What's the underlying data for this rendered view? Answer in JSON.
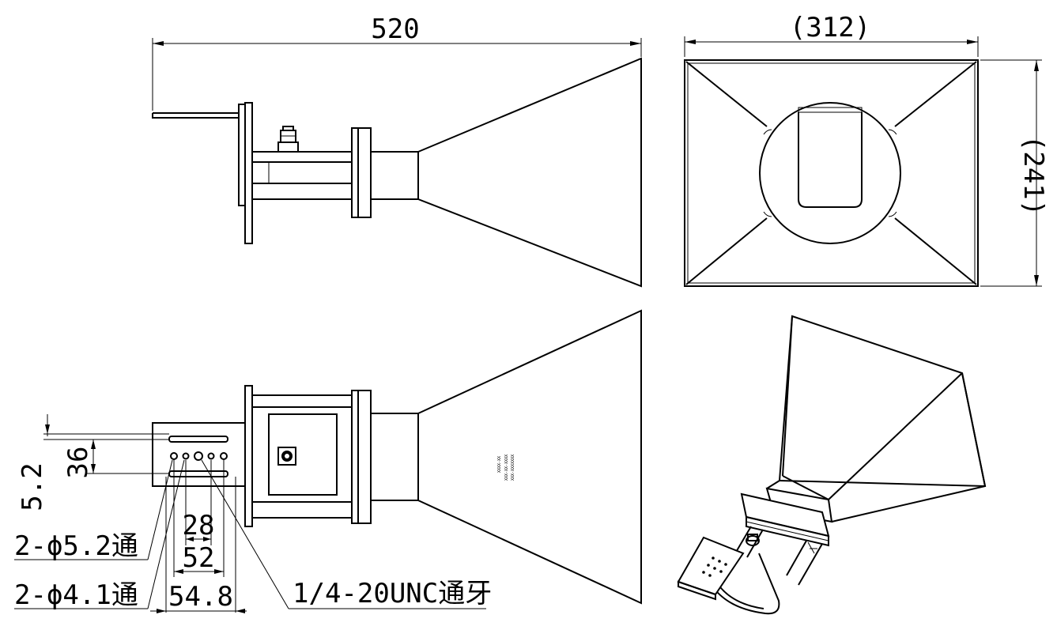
{
  "dimensions": {
    "overall_length": "520",
    "width_ref": "(312)",
    "height_ref": "(241)",
    "slot_offset": "5.2",
    "slot_spacing": "36",
    "hole_spacing_small": "28",
    "hole_spacing_mid": "52",
    "bracket_width": "54.8"
  },
  "callouts": {
    "hole_5_2": "2-ϕ5.2通",
    "hole_4_1": "2-ϕ4.1通",
    "thread": "1/4-20UNC通牙"
  },
  "nameplate": {
    "line1": "XXXX-XX",
    "line2": "XXX-XX-XXXX",
    "line3": "XXX-XXXXXXX"
  }
}
